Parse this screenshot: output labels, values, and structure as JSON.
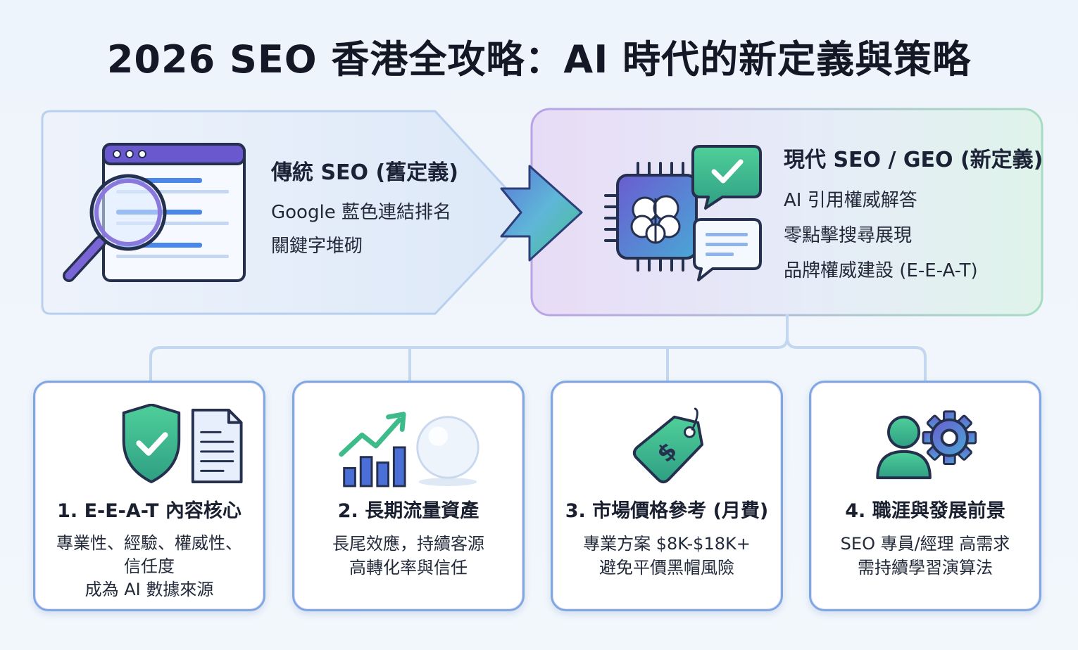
{
  "title": "2026 SEO 香港全攻略：AI 時代的新定義與策略",
  "old_panel": {
    "title": "傳統 SEO (舊定義)",
    "lines": [
      "Google 藍色連結排名",
      "關鍵字堆砌"
    ]
  },
  "new_panel": {
    "title": "現代 SEO / GEO (新定義)",
    "lines": [
      "AI 引用權威解答",
      "零點擊搜尋展現",
      "品牌權威建設 (E-E-A-T)"
    ]
  },
  "cards": [
    {
      "title": "1. E-E-A-T 內容核心",
      "lines": [
        "專業性、經驗、權威性、",
        "信任度",
        "成為 AI 數據來源"
      ],
      "icons": [
        "shield-check-icon",
        "document-icon"
      ]
    },
    {
      "title": "2. 長期流量資產",
      "lines": [
        "長尾效應，持續客源",
        "高轉化率與信任"
      ],
      "icons": [
        "growth-chart-icon",
        "snowball-icon"
      ]
    },
    {
      "title": "3. 市場價格參考 (月費)",
      "lines": [
        "專業方案 $8K-$18K+",
        "避免平價黑帽風險"
      ],
      "icons": [
        "price-tag-icon"
      ]
    },
    {
      "title": "4. 職涯與發展前景",
      "lines": [
        "SEO 專員/經理 高需求",
        "需持續學習演算法"
      ],
      "icons": [
        "person-gear-icon"
      ]
    }
  ],
  "colors": {
    "blue_accent": "#3b82f6",
    "purple_accent": "#7c5cd6",
    "green_accent": "#35b58a",
    "dark_outline": "#25304f"
  }
}
